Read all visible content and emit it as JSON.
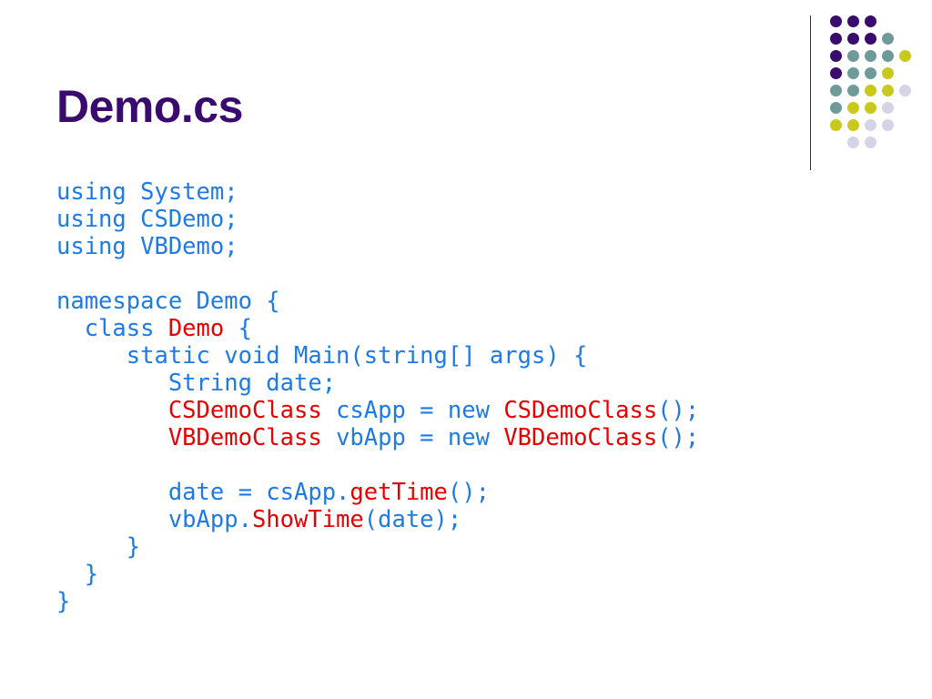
{
  "slide": {
    "title": "Demo.cs"
  },
  "colors": {
    "title": "#3a0b6e",
    "code": "#1e7ae6",
    "highlight": "#e60000",
    "dots": [
      "#3a0b6e",
      "#6e9a9a",
      "#c8c81e",
      "#d4d4e6"
    ]
  },
  "decoration": {
    "name": "dot-grid",
    "rows": [
      [
        "purple",
        "purple",
        "purple"
      ],
      [
        "purple",
        "purple",
        "purple",
        "teal"
      ],
      [
        "purple",
        "teal",
        "teal",
        "teal",
        "yellow"
      ],
      [
        "purple",
        "teal",
        "teal",
        "yellow"
      ],
      [
        "teal",
        "teal",
        "yellow",
        "yellow",
        "lavender"
      ],
      [
        "teal",
        "yellow",
        "yellow",
        "lavender"
      ],
      [
        "yellow",
        "yellow",
        "lavender",
        "lavender"
      ],
      [
        "lavender",
        "lavender"
      ]
    ]
  },
  "code_lines": [
    [
      {
        "t": "using System;"
      }
    ],
    [
      {
        "t": "using CSDemo;"
      }
    ],
    [
      {
        "t": "using VBDemo;"
      }
    ],
    [
      {
        "t": ""
      }
    ],
    [
      {
        "t": "namespace Demo {"
      }
    ],
    [
      {
        "t": "  class "
      },
      {
        "t": "Demo",
        "c": "red"
      },
      {
        "t": " {"
      }
    ],
    [
      {
        "t": "     static void Main(string[] args) {"
      }
    ],
    [
      {
        "t": "        String date;"
      }
    ],
    [
      {
        "t": "        "
      },
      {
        "t": "CSDemoClass",
        "c": "red"
      },
      {
        "t": " csApp = new "
      },
      {
        "t": "CSDemoClass",
        "c": "red"
      },
      {
        "t": "();"
      }
    ],
    [
      {
        "t": "        "
      },
      {
        "t": "VBDemoClass",
        "c": "red"
      },
      {
        "t": " vbApp = new "
      },
      {
        "t": "VBDemoClass",
        "c": "red"
      },
      {
        "t": "();"
      }
    ],
    [
      {
        "t": ""
      }
    ],
    [
      {
        "t": "        date = csApp."
      },
      {
        "t": "getTime",
        "c": "red"
      },
      {
        "t": "();"
      }
    ],
    [
      {
        "t": "        vbApp."
      },
      {
        "t": "ShowTime",
        "c": "red"
      },
      {
        "t": "(date);"
      }
    ],
    [
      {
        "t": "     }"
      }
    ],
    [
      {
        "t": "  }"
      }
    ],
    [
      {
        "t": "}"
      }
    ]
  ]
}
